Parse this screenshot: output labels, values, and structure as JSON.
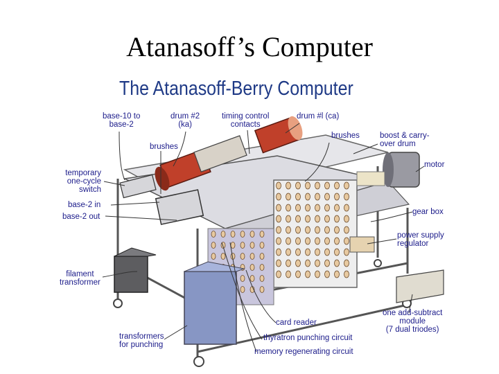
{
  "slide": {
    "title": "Atanasoff’s Computer"
  },
  "figure": {
    "title": "The Atanasoff-Berry Computer",
    "labels": {
      "base10_to_base2": "base-10 to\nbase-2",
      "drum2": "drum #2\n(ka)",
      "timing_control": "timing control\ncontacts",
      "drum1": "drum #l  (ca)",
      "brushes_left": "brushes",
      "brushes_right": "brushes",
      "boost_carry": "boost & carry-\nover drum",
      "motor": "motor",
      "temporary_switch": "temporary\none-cycle\nswitch",
      "base2_in": "base-2 in",
      "base2_out": "base-2 out",
      "gear_box": "gear box",
      "power_supply": "power supply\nregulator",
      "filament_transformer": "filament\ntransformer",
      "transformers_punching": "transformers\nfor punching",
      "card_reader": "card reader",
      "thyratron": "thyratron punching circuit",
      "memory_regen": "memory regenerating circuit",
      "add_subtract": "one add-subtract\nmodule\n(7 dual triodes)"
    }
  },
  "colors": {
    "label_text": "#1b1b8a",
    "figure_title": "#1f3a86",
    "drum_red": "#c0402a",
    "panel": "#d9d9de",
    "frame": "#555555",
    "transformer_blue": "#8796c4",
    "lavender_panel": "#c9c6dd"
  }
}
